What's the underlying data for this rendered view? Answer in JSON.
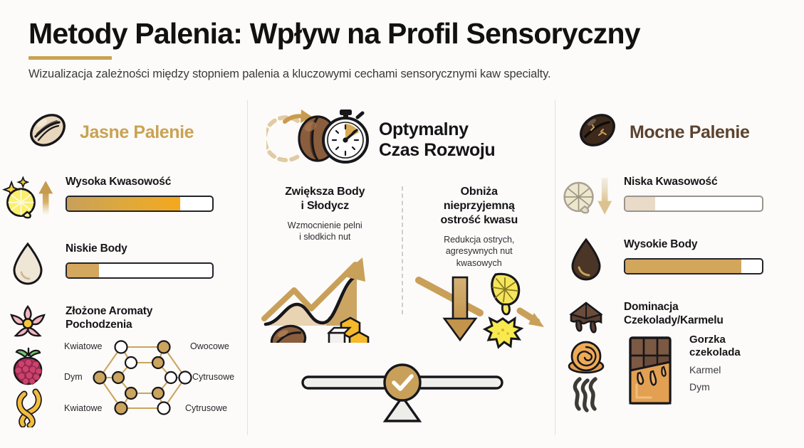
{
  "header": {
    "title": "Metody Palenia: Wpływ na Profil Sensoryczny",
    "subtitle": "Wizualizacja zależności między stopniem palenia a kluczowymi cechami sensorycznymi kaw specialty.",
    "accent_color": "#C9A253"
  },
  "columns": {
    "left": {
      "heading": "Jasne Palenie",
      "heading_color": "#C9A253",
      "bean_icon": "light-roast-coffee-bean-icon",
      "metrics": [
        {
          "label": "Wysoka Kwasowość",
          "icons": [
            "lemon-half-sparkle-icon",
            "arrow-up-icon"
          ],
          "bar_percent": 78,
          "bar_from": "#C8A05A",
          "bar_to": "#F5A81C"
        },
        {
          "label": "Niskie Body",
          "icons": [
            "oil-droplet-light-icon"
          ],
          "bar_percent": 22,
          "bar_from": "#D3A75E",
          "bar_to": "#D3A75E"
        }
      ],
      "aroma": {
        "label_line1": "Złożone Aromaty",
        "label_line2": "Pochodzenia",
        "icons": [
          "pink-flower-icon",
          "raspberry-icon",
          "orange-peel-spiral-icon"
        ],
        "chart_data": {
          "type": "radar",
          "title": "Złożone Aromaty Pochodzenia",
          "categories": [
            "Kwiatowe",
            "Owocowe",
            "Cytrusowe",
            "Cytrusowe",
            "Kwiatowe",
            "Dym"
          ],
          "labels_layout": {
            "top_left": "Kwiatowe",
            "top_right": "Owocowe",
            "right": "Cytrusowe",
            "bottom_right": "Cytrusowe",
            "bottom_left": "Kwiatowe",
            "left": "Dym"
          },
          "outer_nodes_filled": [
            false,
            true,
            false,
            false,
            true,
            true
          ],
          "inner_nodes_filled": [
            false,
            true,
            false,
            true,
            true,
            true
          ],
          "node_fill_color": "#C9A253",
          "node_empty_color": "#FFFFFF",
          "edge_color": "#C9A253"
        }
      }
    },
    "middle": {
      "heading_line1": "Optymalny",
      "heading_line2": "Czas Rozwoju",
      "icons": [
        "rotating-arrow-icon",
        "medium-roast-bean-icon",
        "stopwatch-icon"
      ],
      "panels": [
        {
          "title_line1": "Zwiększa Body",
          "title_line2": "i Słodycz",
          "sub_line1": "Wzmocnienie pelni",
          "sub_line2": "i słodkich nut",
          "icons": [
            "upward-trend-chart-icon",
            "coffee-bean-icon",
            "sugar-cubes-honeycomb-icon"
          ]
        },
        {
          "title_line1": "Obniża",
          "title_line2": "nieprzyjemną",
          "title_line3": "ostrość kwasu",
          "sub_line1": "Redukcja ostrych,",
          "sub_line2": "agresywnych nut",
          "sub_line3": "kwasowych",
          "icons": [
            "downward-arrow-icon",
            "lemon-drip-icon",
            "sour-burst-icon"
          ]
        }
      ],
      "balance": {
        "icon": "balance-scale-check-icon",
        "check_color": "#FFFFFF",
        "pivot_color": "#C9A05A"
      }
    },
    "right": {
      "heading": "Mocne Palenie",
      "heading_color": "#5C432F",
      "bean_icon": "dark-roast-coffee-bean-icon",
      "metrics": [
        {
          "label": "Niska Kwasowość",
          "icons": [
            "faded-lemon-icon",
            "arrow-down-icon"
          ],
          "bar_percent": 22,
          "bar_from": "#EADBC8",
          "bar_to": "#E5D4BE"
        },
        {
          "label": "Wysokie Body",
          "icons": [
            "oil-droplet-dark-icon"
          ],
          "bar_percent": 85,
          "bar_from": "#D2A75C",
          "bar_to": "#D2A75C"
        }
      ],
      "dominance": {
        "label_line1": "Dominacja",
        "label_line2": "Czekolady/Karmelu",
        "icons": [
          "melting-chocolate-icon",
          "caramel-roll-icon",
          "smoke-icon"
        ],
        "bar_icon": "chocolate-bar-caramel-icon",
        "flavors": [
          {
            "text": "Gorzka",
            "strong": true
          },
          {
            "text": "czekolada",
            "strong": true
          },
          {
            "text": "Karmel",
            "strong": false
          },
          {
            "text": "Dym",
            "strong": false
          }
        ]
      }
    }
  }
}
